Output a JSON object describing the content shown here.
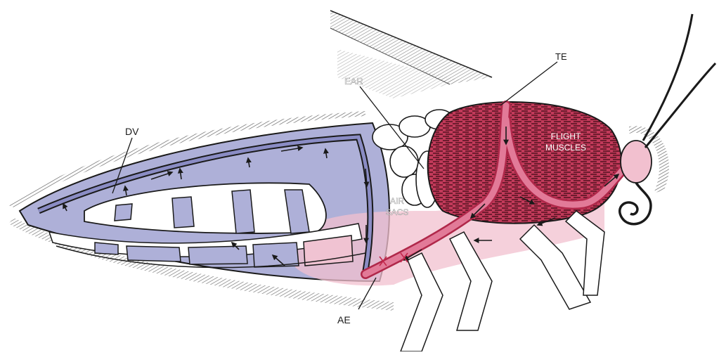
{
  "labels": {
    "dv": "DV",
    "ear": "EAR",
    "te": "TE",
    "air_sacs_line1": "AIR",
    "air_sacs_line2": "SACS",
    "flight_muscles_line1": "FLIGHT",
    "flight_muscles_line2": "MUSCLES",
    "ae": "AE"
  },
  "colors": {
    "abdomen_fill": "#aeb0d8",
    "abdomen_dark": "#8a8cc4",
    "muscle_fill": "#c23a5a",
    "muscle_lines": "#3a0a14",
    "vessel_pink": "#e27a98",
    "pink_wash": "#f2c0cf",
    "outline": "#1a1a1a"
  },
  "icons": {
    "flow_arrow": "flow-arrow-icon",
    "coiled_proboscis": "coiled-proboscis-icon"
  }
}
